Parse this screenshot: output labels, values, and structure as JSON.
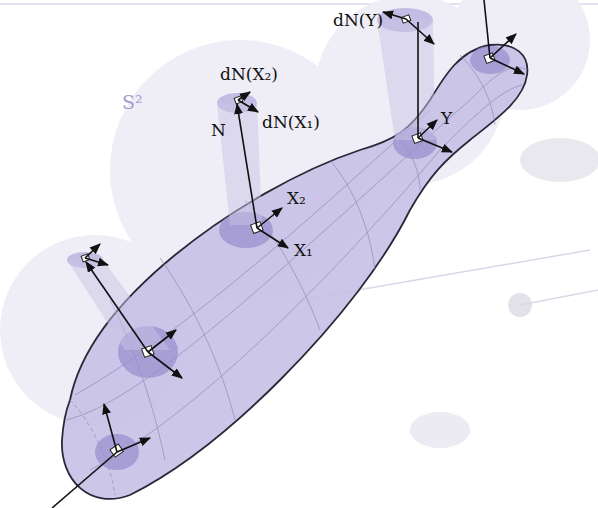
{
  "diagram": {
    "labels": [
      "dN(Y)",
      "dN(X₂)",
      "dN(X₁)",
      "S²",
      "N",
      "X₂",
      "X₁",
      "Y"
    ]
  }
}
